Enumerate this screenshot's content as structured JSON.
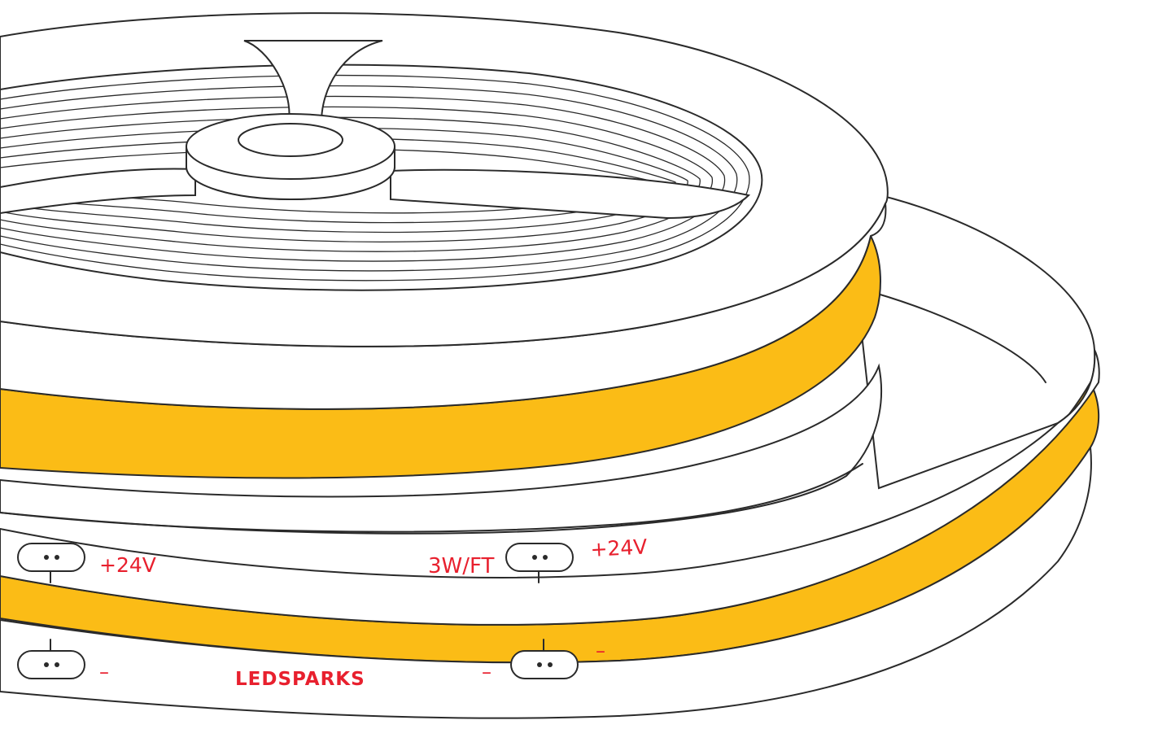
{
  "colors": {
    "led_strip": "#fbbc16",
    "outline": "#2a2a2a",
    "label_red": "#e8202e",
    "background": "#ffffff"
  },
  "labels": {
    "plus_24v_left": "+24V",
    "plus_24v_right": "+24V",
    "power_rating": "3W/FT",
    "minus_left": "–",
    "minus_mid": "–",
    "minus_right": "–",
    "brand": "LEDSPARKS"
  }
}
